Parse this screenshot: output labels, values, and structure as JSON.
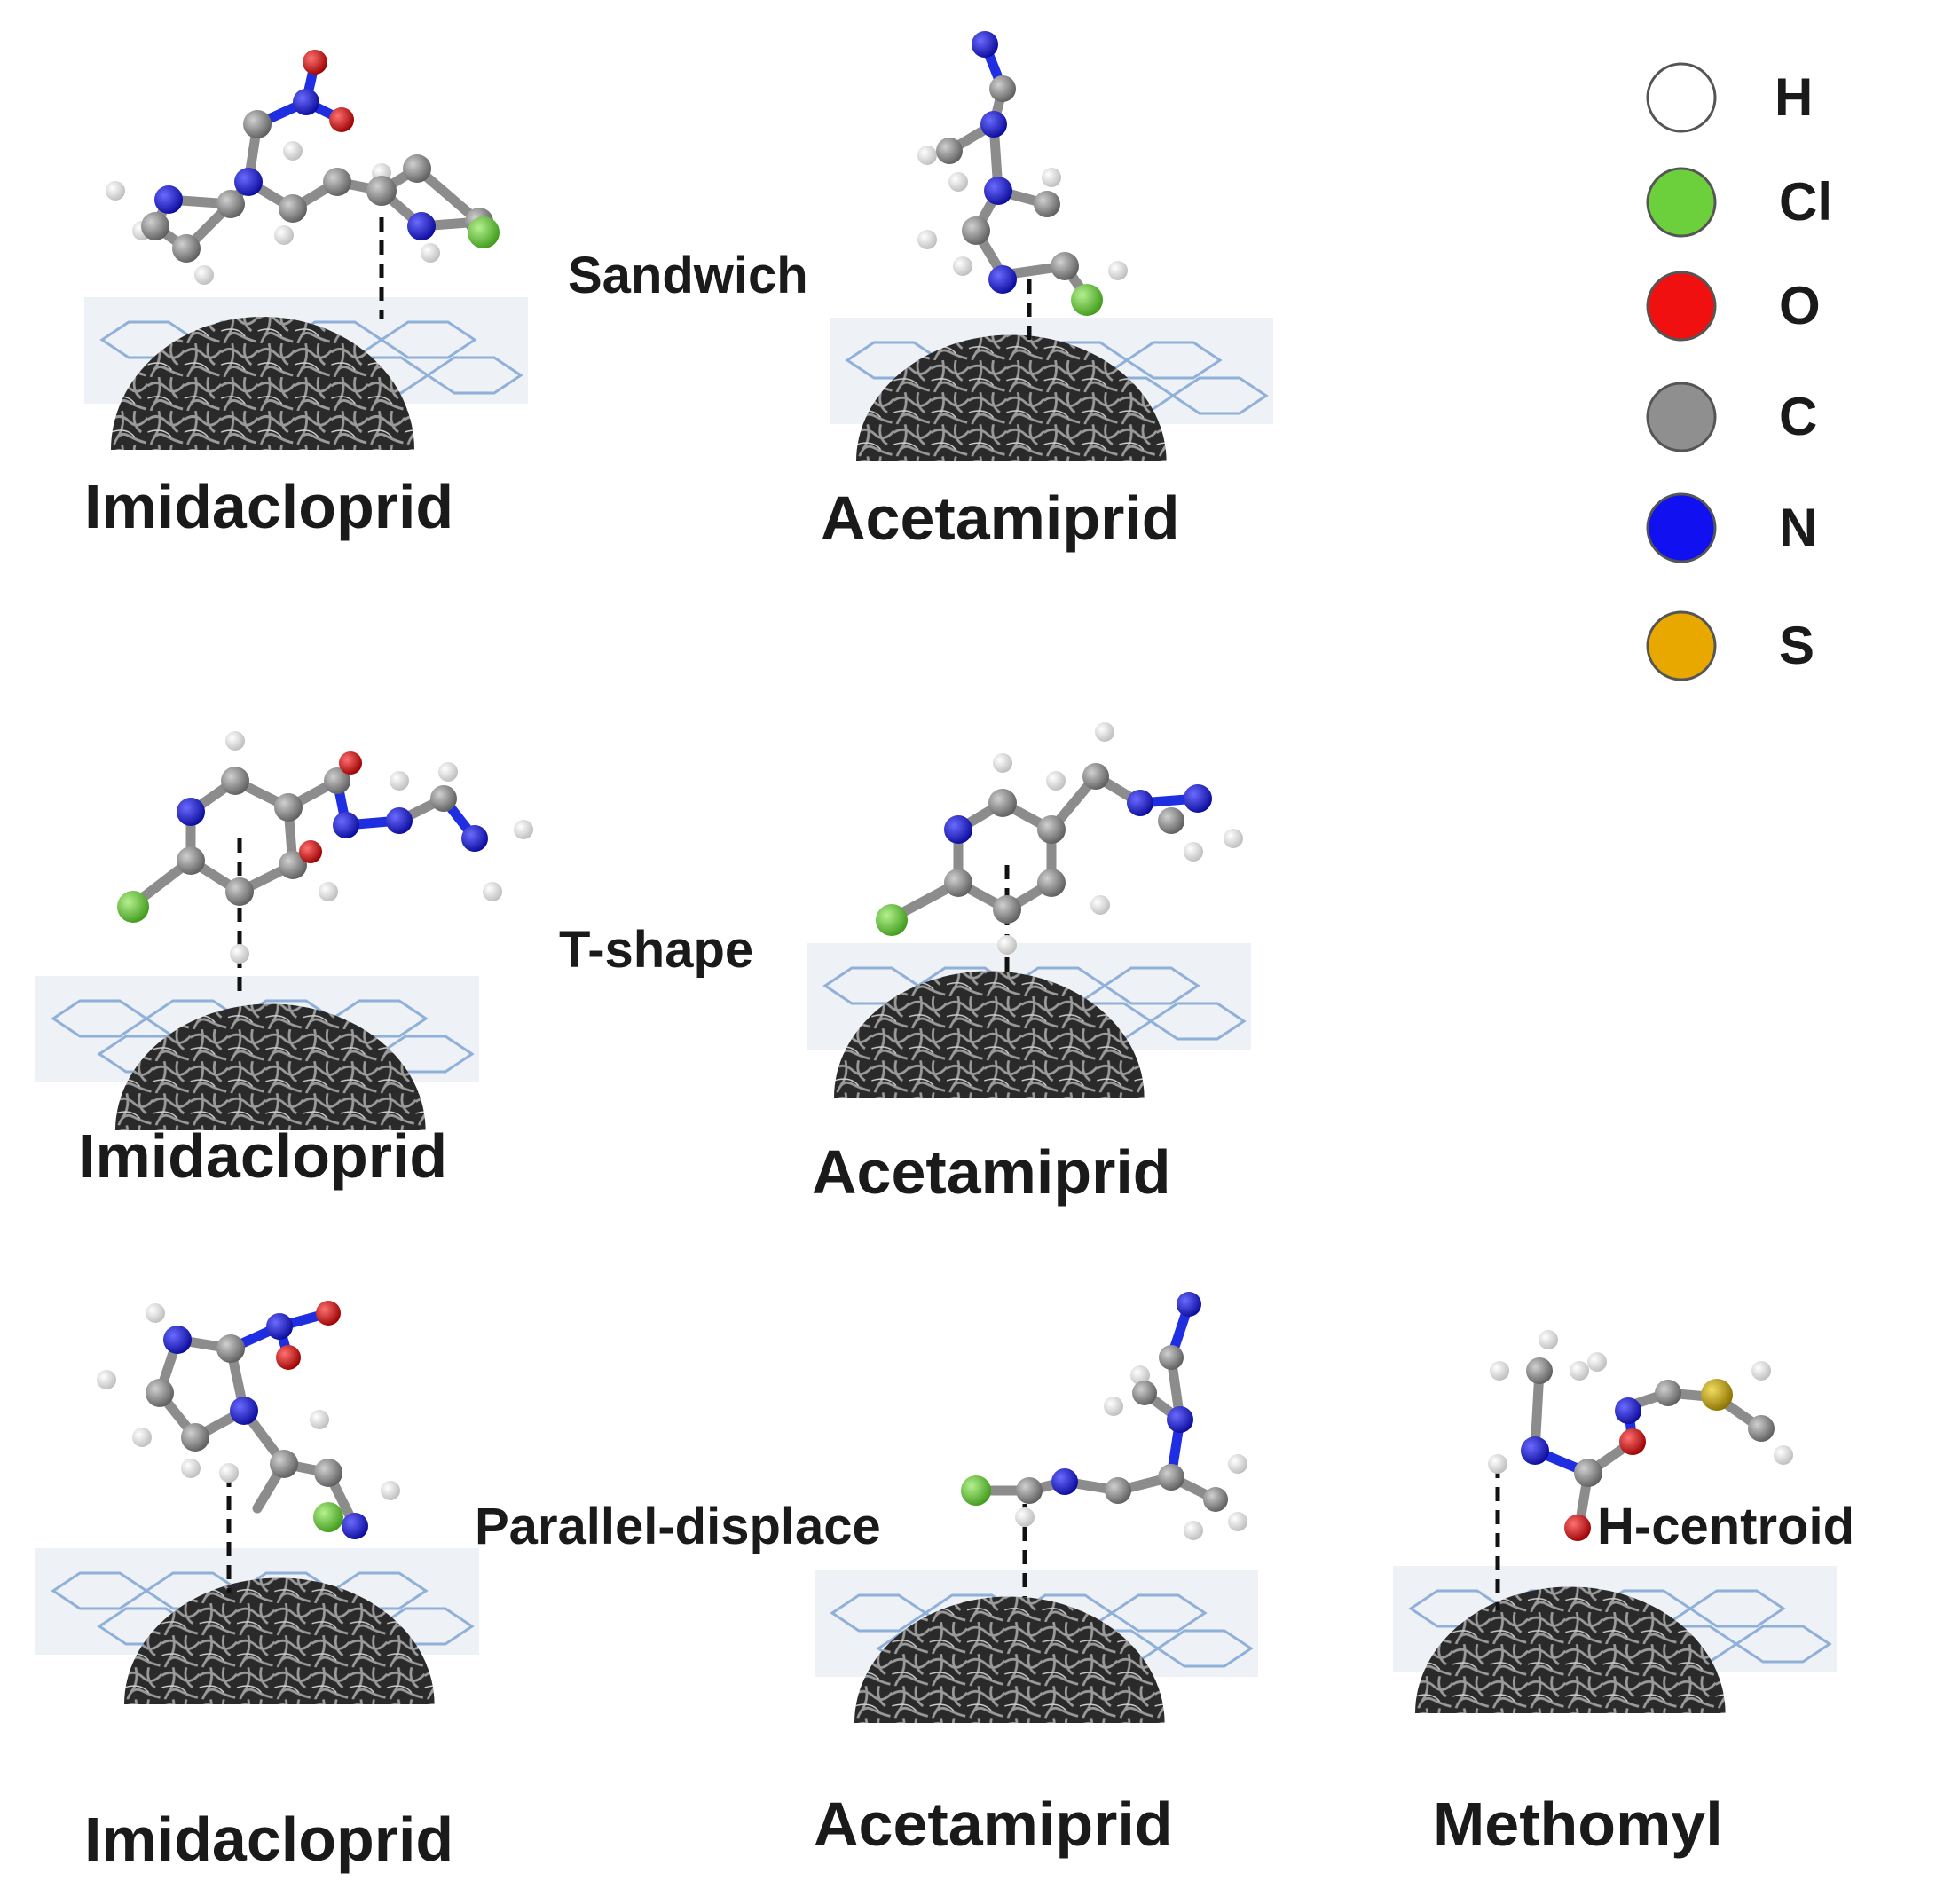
{
  "modes": {
    "sandwich": "Sandwich",
    "tshape": "T-shape",
    "parallel": "Parallel-displace",
    "hcentroid": "H-centroid"
  },
  "molecules": {
    "imidacloprid": "Imidacloprid",
    "acetamiprid": "Acetamiprid",
    "methomyl": "Methomyl"
  },
  "legend": [
    {
      "symbol": "H",
      "color": "#ffffff"
    },
    {
      "symbol": "Cl",
      "color": "#6ccf3c"
    },
    {
      "symbol": "O",
      "color": "#f01010"
    },
    {
      "symbol": "C",
      "color": "#8f8f8f"
    },
    {
      "symbol": "N",
      "color": "#1010f0"
    },
    {
      "symbol": "S",
      "color": "#e8a800"
    }
  ],
  "atom_colors": {
    "H": "#f2f2f2",
    "Cl": "#6ccf3c",
    "O": "#e01818",
    "C": "#8f8f8f",
    "N": "#1a1ae8",
    "S": "#c8a600"
  }
}
